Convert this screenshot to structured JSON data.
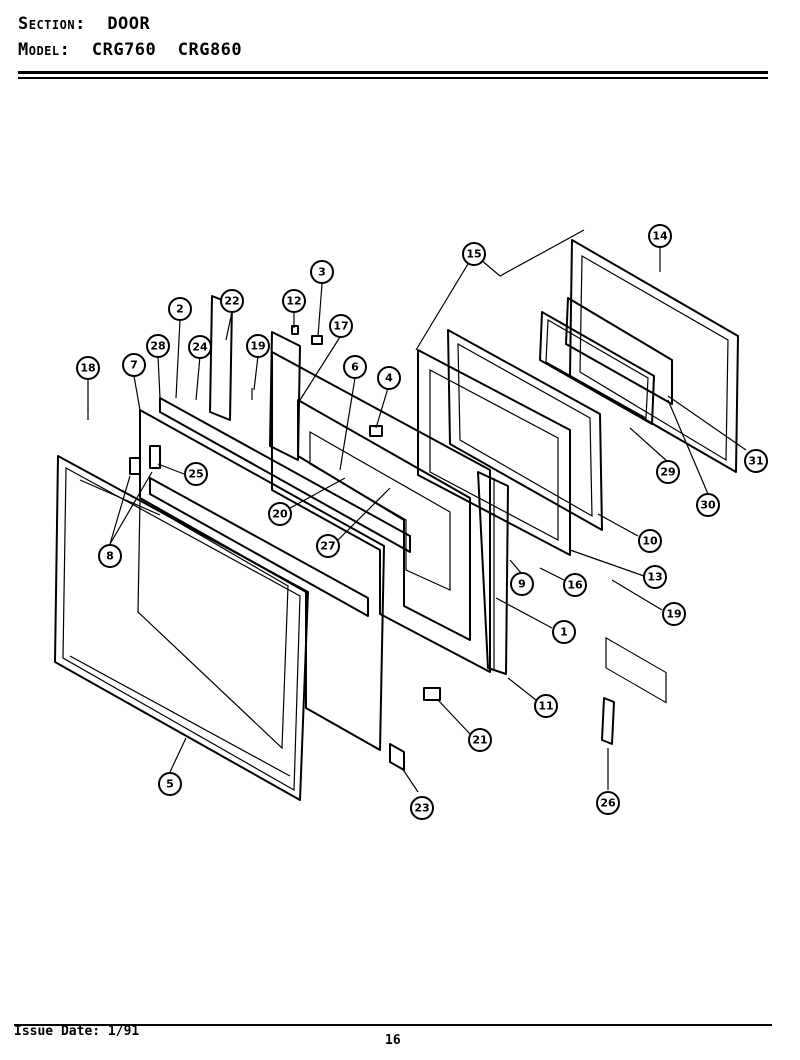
{
  "header": {
    "section_label": "Section:",
    "section_value": "DOOR",
    "model_label": "Model:",
    "model_values": "CRG760  CRG860"
  },
  "footer": {
    "issue_date": "Issue Date: 1/91",
    "page_number": "16"
  },
  "callouts": [
    {
      "id": "c14",
      "label": "14"
    },
    {
      "id": "c15",
      "label": "15"
    },
    {
      "id": "c3",
      "label": "3"
    },
    {
      "id": "c2",
      "label": "2"
    },
    {
      "id": "c22",
      "label": "22"
    },
    {
      "id": "c12",
      "label": "12"
    },
    {
      "id": "c17",
      "label": "17"
    },
    {
      "id": "c28",
      "label": "28"
    },
    {
      "id": "c24",
      "label": "24"
    },
    {
      "id": "c19a",
      "label": "19"
    },
    {
      "id": "c6",
      "label": "6"
    },
    {
      "id": "c4",
      "label": "4"
    },
    {
      "id": "c18",
      "label": "18"
    },
    {
      "id": "c7",
      "label": "7"
    },
    {
      "id": "c25",
      "label": "25"
    },
    {
      "id": "c8",
      "label": "8"
    },
    {
      "id": "c20",
      "label": "20"
    },
    {
      "id": "c27",
      "label": "27"
    },
    {
      "id": "c29",
      "label": "29"
    },
    {
      "id": "c31",
      "label": "31"
    },
    {
      "id": "c30",
      "label": "30"
    },
    {
      "id": "c10",
      "label": "10"
    },
    {
      "id": "c9",
      "label": "9"
    },
    {
      "id": "c16",
      "label": "16"
    },
    {
      "id": "c13",
      "label": "13"
    },
    {
      "id": "c19b",
      "label": "19"
    },
    {
      "id": "c1",
      "label": "1"
    },
    {
      "id": "c11",
      "label": "11"
    },
    {
      "id": "c21",
      "label": "21"
    },
    {
      "id": "c5",
      "label": "5"
    },
    {
      "id": "c23",
      "label": "23"
    },
    {
      "id": "c26",
      "label": "26"
    }
  ]
}
